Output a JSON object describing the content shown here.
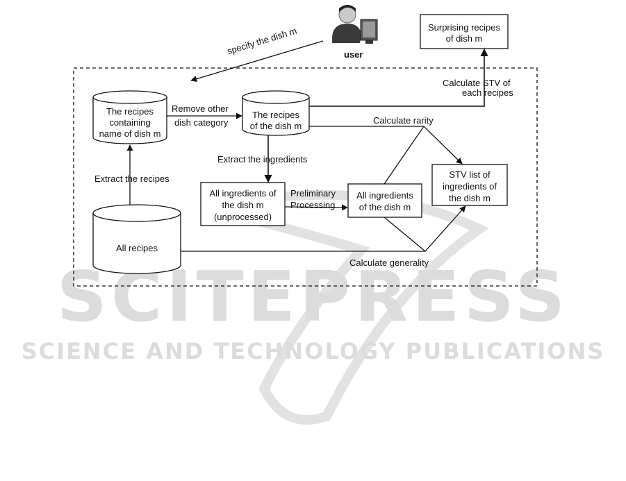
{
  "user": {
    "label": "user"
  },
  "output": {
    "line1": "Surprising recipes",
    "line2": "of dish m"
  },
  "nodes": {
    "recipes_containing": {
      "line1": "The recipes",
      "line2": "containing",
      "line3": "name of dish m"
    },
    "recipes_of_dish": {
      "line1": "The recipes",
      "line2": "of the dish m"
    },
    "all_ingredients_raw": {
      "line1": "All ingredients of",
      "line2": "the dish m",
      "line3": "(unprocessed)"
    },
    "all_ingredients": {
      "line1": "All ingredients",
      "line2": "of the dish m"
    },
    "stv_list": {
      "line1": "STV list of",
      "line2": "ingredients of",
      "line3": "the dish m"
    },
    "all_recipes": {
      "line1": "All recipes"
    }
  },
  "edges": {
    "specify": "specify the dish m",
    "remove_line1": "Remove other",
    "remove_line2": "dish category",
    "extract_recipes": "Extract  the recipes",
    "extract_ingredients": "Extract  the ingredients",
    "prelim_line1": "Preliminary",
    "prelim_line2": "Processing",
    "rarity": "Calculate rarity",
    "generality": "Calculate generality",
    "stv_line1": "Calculate  STV of",
    "stv_line2": "each  recipes"
  },
  "watermark": {
    "line1": "SCITEPRESS",
    "line2": "SCIENCE AND TECHNOLOGY PUBLICATIONS"
  }
}
